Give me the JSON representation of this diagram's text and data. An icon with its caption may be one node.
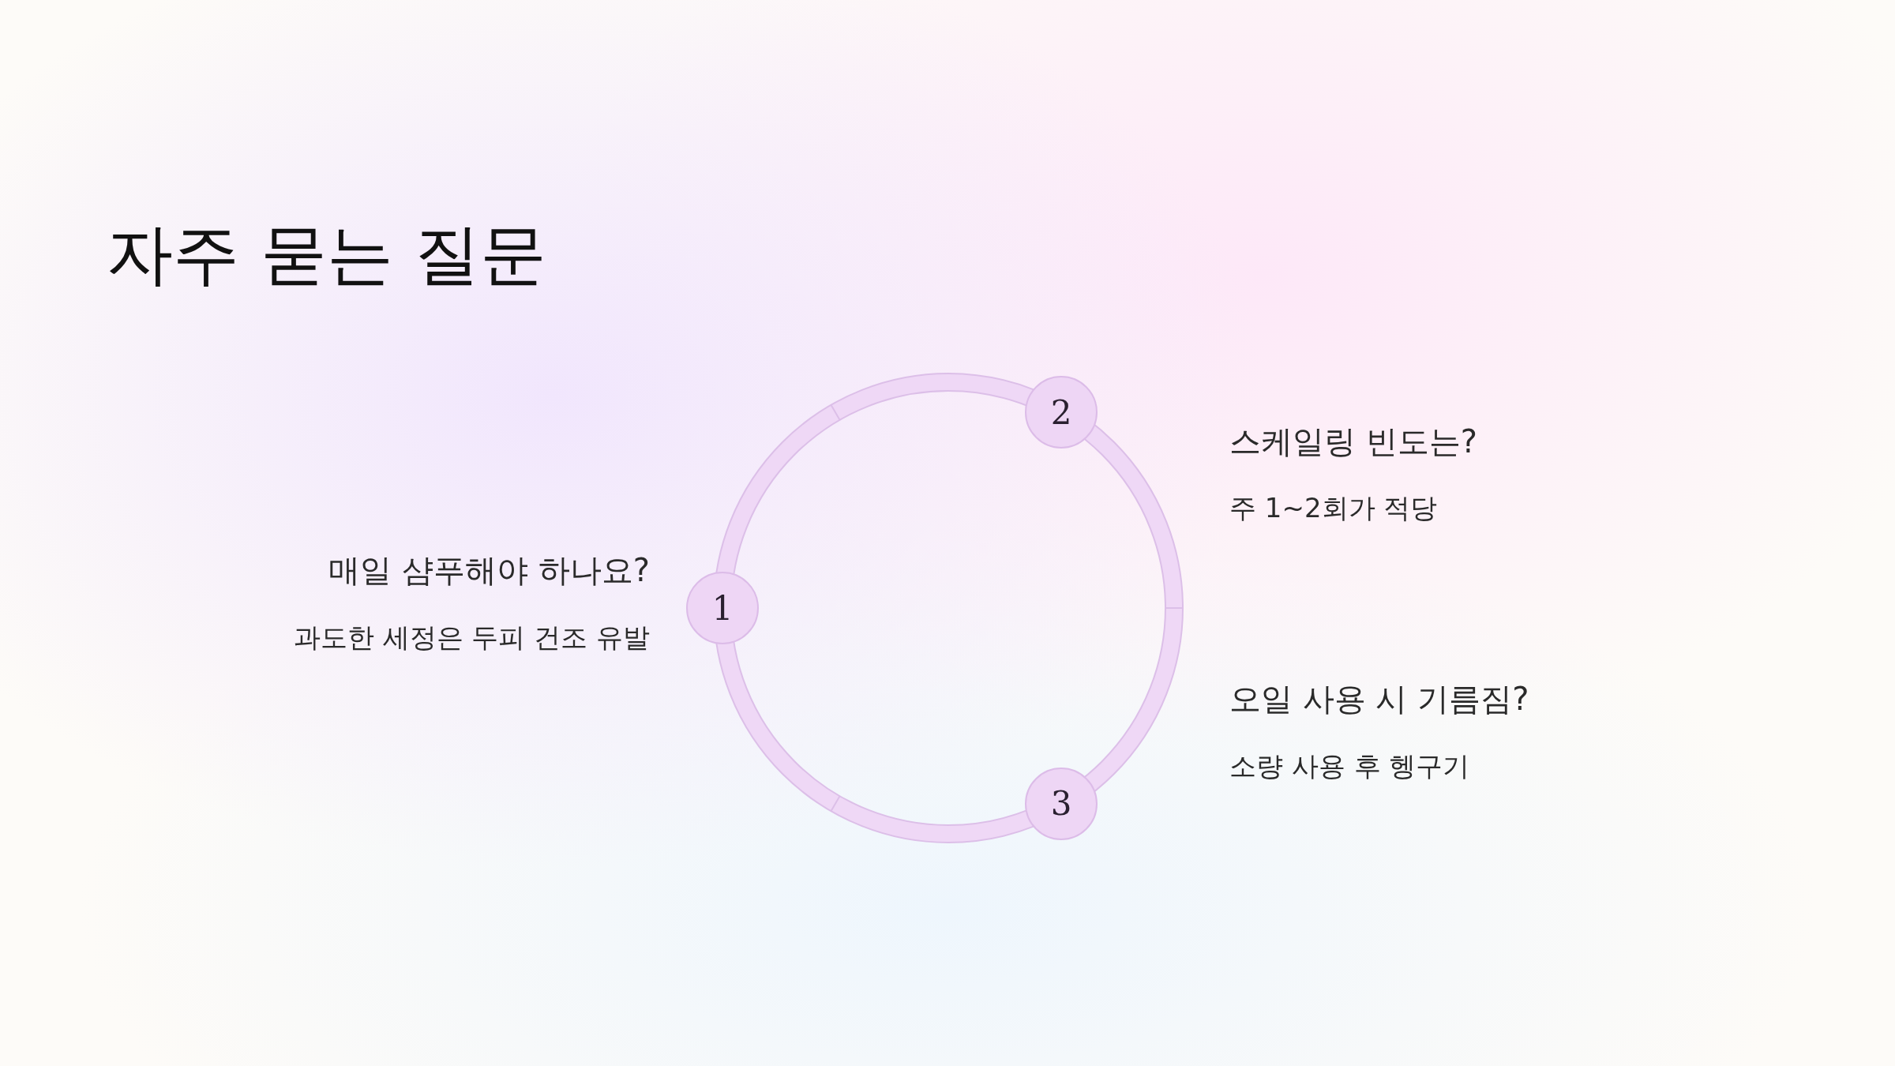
{
  "diagram": {
    "title": "자주 묻는 질문",
    "nodes": [
      {
        "text": [
          "1"
        ],
        "beside": [
          "매일 샴푸해야 하나요?",
          "과도한 세정은 두피 건조 유발"
        ]
      },
      {
        "text": [
          "2"
        ],
        "beside": [
          "스케일링 빈도는?",
          "주 1~2회가 적당"
        ]
      },
      {
        "text": [
          "3"
        ],
        "beside": [
          "오일 사용 시 기름짐?",
          "소량 사용 후 헹구기"
        ]
      }
    ]
  }
}
